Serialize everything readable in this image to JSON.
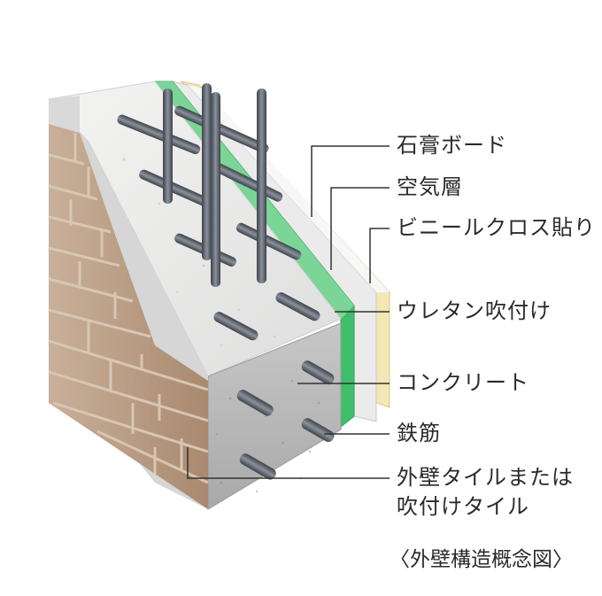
{
  "labels": {
    "gypsum_board": "石膏ボード",
    "air_layer": "空気層",
    "vinyl_cloth": "ビニールクロス貼り",
    "urethan_spray": "ウレタン吹付け",
    "concrete": "コンクリート",
    "rebar": "鉄筋",
    "exterior_finish_line1": "外壁タイルまたは",
    "exterior_finish_line2": "吹付けタイル"
  },
  "caption": "〈外壁構造概念図〉",
  "colors": {
    "tile": "#b99a80",
    "tile_grout": "#d8c6b4",
    "concrete_top": "#ececec",
    "concrete_front": "#bdbdbd",
    "urethan": "#3fbf6a",
    "vinyl": "#f3e7b5",
    "rebar": "#5a606a",
    "leader_line": "#333333"
  }
}
